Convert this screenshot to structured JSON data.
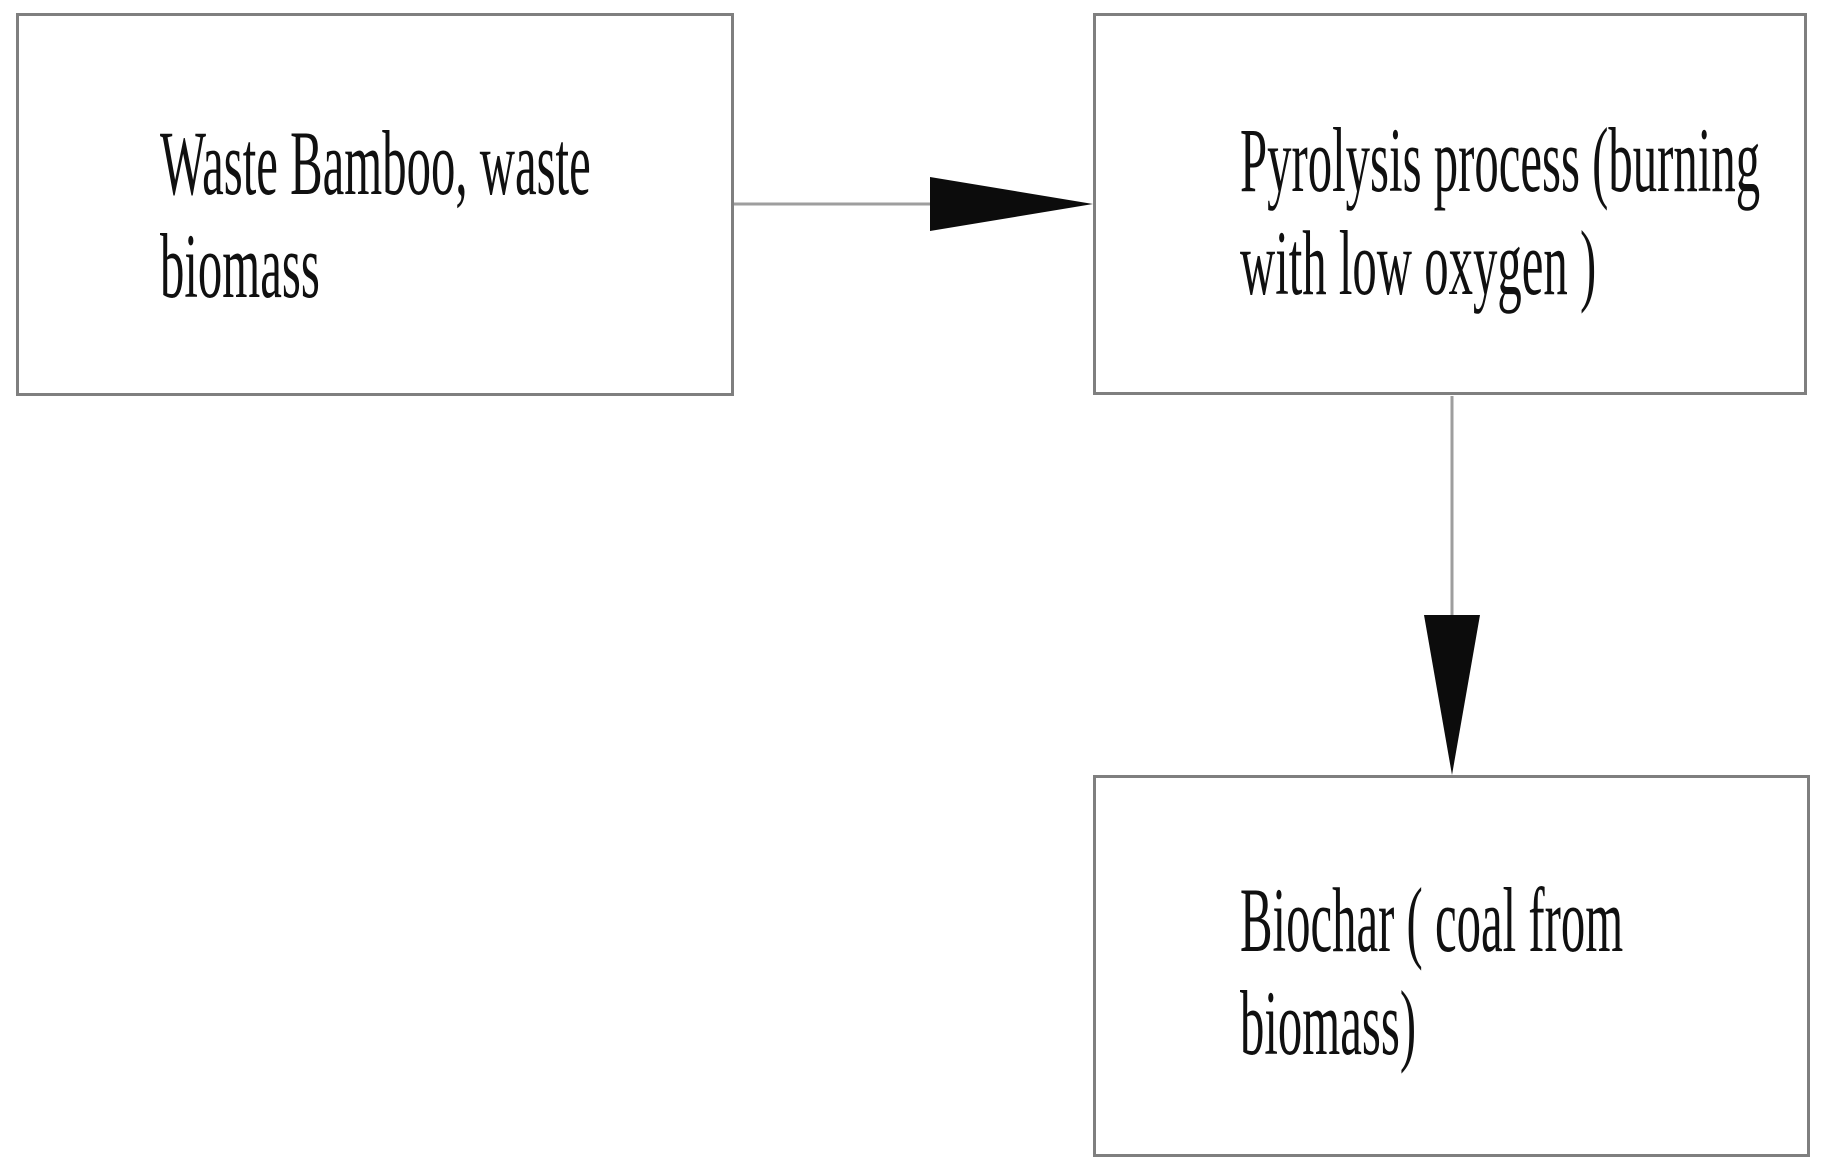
{
  "diagram": {
    "type": "flowchart",
    "background": "#ffffff",
    "colors": {
      "box_border": "#7f7f7f",
      "box_fill": "#ffffff",
      "text": "#101010",
      "arrow_line": "#9e9e9e",
      "arrowhead": "#0c0c0c"
    },
    "nodes": [
      {
        "id": "waste-biomass",
        "line1": "Waste Bamboo, waste",
        "line2": "biomass"
      },
      {
        "id": "pyrolysis",
        "line1": "Pyrolysis process (burning",
        "line2": "with low oxygen )"
      },
      {
        "id": "biochar",
        "line1": "Biochar ( coal from",
        "line2": "biomass)"
      }
    ],
    "edges": [
      {
        "from": "waste-biomass",
        "to": "pyrolysis",
        "direction": "right"
      },
      {
        "from": "pyrolysis",
        "to": "biochar",
        "direction": "down"
      }
    ]
  }
}
